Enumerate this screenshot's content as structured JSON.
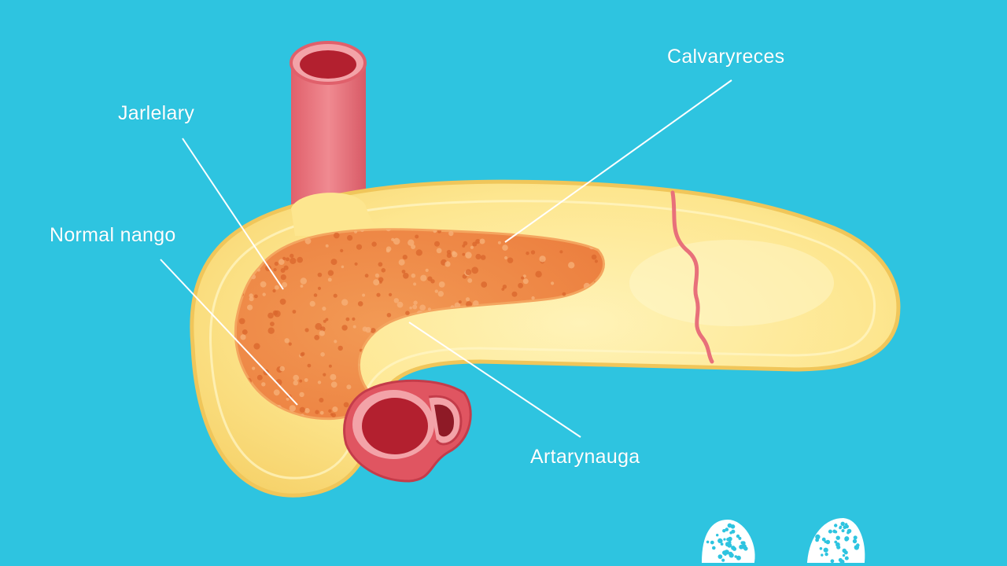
{
  "diagram": {
    "labels": {
      "jarlelary": "Jarlelary",
      "normal_nango": "Normal nango",
      "calvaryreces": "Calvaryreces",
      "artarynauga": "Artarynauga"
    }
  },
  "colors": {
    "background": "#2ec4e0",
    "organ_fill": "#fbe48a",
    "organ_edge": "#f0c65a",
    "tissue": "#f08b48",
    "vessel": "#e8707a",
    "vessel_dark": "#b3202f",
    "leader_line": "#ffffff"
  },
  "icons": [
    "organ-body",
    "upper-vessel",
    "lower-vessel",
    "cell-cluster-icon"
  ]
}
